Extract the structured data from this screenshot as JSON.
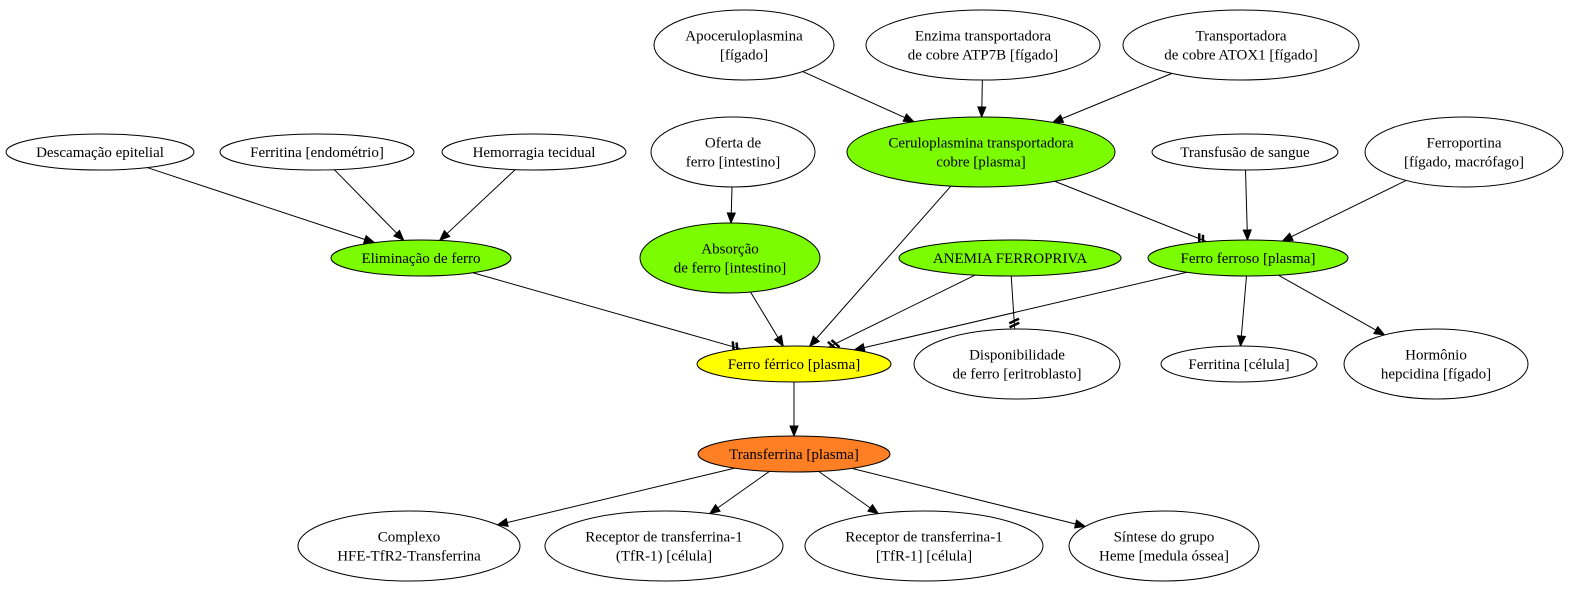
{
  "colors": {
    "white": "#ffffff",
    "green": "#7cfc00",
    "yellow": "#ffff00",
    "orange": "#ff7f24"
  },
  "nodes": {
    "apoceruloplasmina": [
      "Apoceruloplasmina",
      "[fígado]"
    ],
    "enzima_atp7b": [
      "Enzima transportadora",
      "de cobre ATP7B [fígado]"
    ],
    "atox1": [
      "Transportadora",
      "de cobre ATOX1 [fígado]"
    ],
    "descamacao": [
      "Descamação epitelial"
    ],
    "ferritina_endometrio": [
      "Ferritina [endométrio]"
    ],
    "hemorragia": [
      "Hemorragia tecidual"
    ],
    "oferta_ferro": [
      "Oferta de",
      "ferro [intestino]"
    ],
    "ceruloplasmina": [
      "Ceruloplasmina transportadora",
      "cobre [plasma]"
    ],
    "transfusao": [
      "Transfusão de sangue"
    ],
    "ferroportina": [
      "Ferroportina",
      "[fígado, macrófago]"
    ],
    "eliminacao": [
      "Eliminação de ferro"
    ],
    "absorcao": [
      "Absorção",
      "de ferro [intestino]"
    ],
    "anemia": [
      "ANEMIA FERROPRIVA"
    ],
    "ferro_ferroso": [
      "Ferro ferroso [plasma]"
    ],
    "ferro_ferrico": [
      "Ferro férrico [plasma]"
    ],
    "disponibilidade": [
      "Disponibilidade",
      "de ferro [eritroblasto]"
    ],
    "ferritina_celula": [
      "Ferritina [célula]"
    ],
    "hepcidina": [
      "Hormônio",
      "hepcidina [fígado]"
    ],
    "transferrina": [
      "Transferrina [plasma]"
    ],
    "complexo_hfe": [
      "Complexo",
      "HFE-TfR2-Transferrina"
    ],
    "tfr1_a": [
      "Receptor de transferrina-1",
      "(TfR-1) [célula]"
    ],
    "tfr1_b": [
      "Receptor de transferrina-1",
      "[TfR-1] [célula]"
    ],
    "sintese_heme": [
      "Síntese do grupo",
      "Heme [medula óssea]"
    ]
  },
  "node_fill": {
    "ceruloplasmina": "green",
    "eliminacao": "green",
    "absorcao": "green",
    "anemia": "green",
    "ferro_ferroso": "green",
    "ferro_ferrico": "yellow",
    "transferrina": "orange"
  },
  "edges": [
    {
      "from": "apoceruloplasmina",
      "to": "ceruloplasmina",
      "kind": "arrow"
    },
    {
      "from": "enzima_atp7b",
      "to": "ceruloplasmina",
      "kind": "arrow"
    },
    {
      "from": "atox1",
      "to": "ceruloplasmina",
      "kind": "arrow"
    },
    {
      "from": "descamacao",
      "to": "eliminacao",
      "kind": "arrow"
    },
    {
      "from": "ferritina_endometrio",
      "to": "eliminacao",
      "kind": "arrow"
    },
    {
      "from": "hemorragia",
      "to": "eliminacao",
      "kind": "arrow"
    },
    {
      "from": "oferta_ferro",
      "to": "absorcao",
      "kind": "arrow"
    },
    {
      "from": "ceruloplasmina",
      "to": "ferro_ferroso",
      "kind": "inhibit"
    },
    {
      "from": "ceruloplasmina",
      "to": "ferro_ferrico",
      "kind": "arrow"
    },
    {
      "from": "transfusao",
      "to": "ferro_ferroso",
      "kind": "arrow"
    },
    {
      "from": "ferroportina",
      "to": "ferro_ferroso",
      "kind": "arrow"
    },
    {
      "from": "eliminacao",
      "to": "ferro_ferrico",
      "kind": "inhibit"
    },
    {
      "from": "absorcao",
      "to": "ferro_ferrico",
      "kind": "arrow"
    },
    {
      "from": "anemia",
      "to": "ferro_ferrico",
      "kind": "inhibit"
    },
    {
      "from": "anemia",
      "to": "disponibilidade",
      "kind": "inhibit"
    },
    {
      "from": "ferro_ferroso",
      "to": "ferro_ferrico",
      "kind": "arrow"
    },
    {
      "from": "ferro_ferroso",
      "to": "ferritina_celula",
      "kind": "arrow"
    },
    {
      "from": "ferro_ferroso",
      "to": "hepcidina",
      "kind": "arrow"
    },
    {
      "from": "ferro_ferrico",
      "to": "transferrina",
      "kind": "arrow"
    },
    {
      "from": "transferrina",
      "to": "complexo_hfe",
      "kind": "arrow"
    },
    {
      "from": "transferrina",
      "to": "tfr1_a",
      "kind": "arrow"
    },
    {
      "from": "transferrina",
      "to": "tfr1_b",
      "kind": "arrow"
    },
    {
      "from": "transferrina",
      "to": "sintese_heme",
      "kind": "arrow"
    }
  ]
}
